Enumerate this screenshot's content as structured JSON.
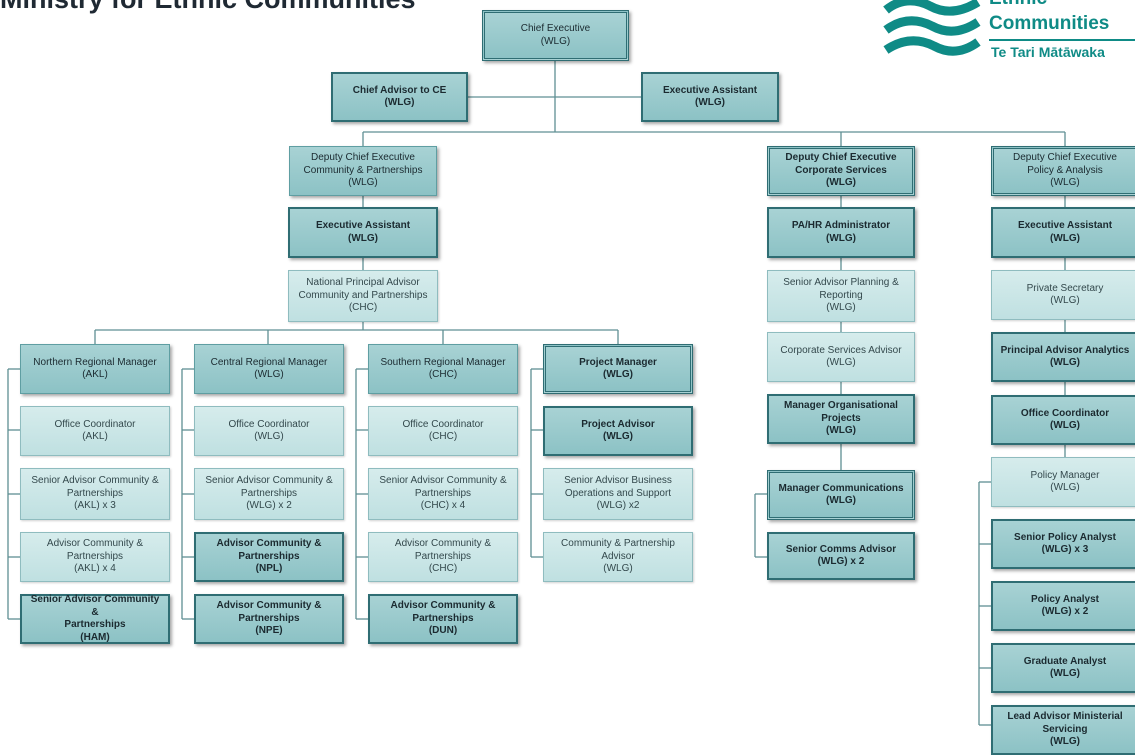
{
  "title": "Ministry for Ethnic Communities",
  "logo": {
    "line1": "Ethnic",
    "line2": "Communities",
    "line3": "Te Tari Mātāwaka",
    "color": "#0f8b86"
  },
  "colors": {
    "box_fill": "#9ccbcd",
    "box_fill_light": "#cfe8e8",
    "box_border": "#2f6d73",
    "connector": "#5f8f93"
  },
  "roles": {
    "chief_executive": [
      "Chief Executive",
      "(WLG)"
    ],
    "chief_advisor": [
      "Chief Advisor to CE",
      "(WLG)"
    ],
    "exec_assistant_ce": [
      "Executive Assistant",
      "(WLG)"
    ],
    "dce_community": [
      "Deputy Chief Executive",
      "Community & Partnerships",
      "(WLG)"
    ],
    "exec_assistant_community": [
      "Executive Assistant",
      "(WLG)"
    ],
    "national_principal_advisor": [
      "National Principal Advisor",
      "Community and Partnerships",
      "(CHC)"
    ],
    "northern_regional_manager": [
      "Northern Regional Manager",
      "(AKL)"
    ],
    "northern_office_coordinator": [
      "Office Coordinator",
      "(AKL)"
    ],
    "northern_senior_advisor": [
      "Senior Advisor Community &",
      "Partnerships",
      "(AKL) x 3"
    ],
    "northern_advisor": [
      "Advisor Community &",
      "Partnerships",
      "(AKL) x 4"
    ],
    "northern_senior_advisor_ham": [
      "Senior Advisor Community &",
      "Partnerships",
      "(HAM)"
    ],
    "central_regional_manager": [
      "Central Regional Manager",
      "(WLG)"
    ],
    "central_office_coordinator": [
      "Office Coordinator",
      "(WLG)"
    ],
    "central_senior_advisor": [
      "Senior Advisor Community &",
      "Partnerships",
      "(WLG) x 2"
    ],
    "central_advisor_npl": [
      "Advisor Community &",
      "Partnerships",
      "(NPL)"
    ],
    "central_advisor_npe": [
      "Advisor Community &",
      "Partnerships",
      "(NPE)"
    ],
    "southern_regional_manager": [
      "Southern Regional Manager",
      "(CHC)"
    ],
    "southern_office_coordinator": [
      "Office Coordinator",
      "(CHC)"
    ],
    "southern_senior_advisor": [
      "Senior Advisor Community &",
      "Partnerships",
      "(CHC) x 4"
    ],
    "southern_advisor_chc": [
      "Advisor Community &",
      "Partnerships",
      "(CHC)"
    ],
    "southern_advisor_dun": [
      "Advisor Community &",
      "Partnerships",
      "(DUN)"
    ],
    "project_manager": [
      "Project Manager",
      "(WLG)"
    ],
    "project_advisor": [
      "Project Advisor",
      "(WLG)"
    ],
    "senior_advisor_business": [
      "Senior Advisor Business",
      "Operations and Support",
      "(WLG) x2"
    ],
    "community_partnership_advisor": [
      "Community & Partnership",
      "Advisor",
      "(WLG)"
    ],
    "dce_corporate": [
      "Deputy Chief Executive",
      "Corporate Services",
      "(WLG)"
    ],
    "pa_hr_admin": [
      "PA/HR Administrator",
      "(WLG)"
    ],
    "senior_advisor_planning": [
      "Senior Advisor Planning &",
      "Reporting",
      "(WLG)"
    ],
    "corporate_services_advisor": [
      "Corporate Services Advisor",
      "(WLG)"
    ],
    "manager_org_projects": [
      "Manager Organisational",
      "Projects",
      "(WLG)"
    ],
    "manager_communications": [
      "Manager Communications",
      "(WLG)"
    ],
    "senior_comms_advisor": [
      "Senior Comms Advisor",
      "(WLG) x 2"
    ],
    "dce_policy": [
      "Deputy Chief Executive",
      "Policy & Analysis",
      "(WLG)"
    ],
    "exec_assistant_policy": [
      "Executive Assistant",
      "(WLG)"
    ],
    "private_secretary": [
      "Private Secretary",
      "(WLG)"
    ],
    "principal_advisor_analytics": [
      "Principal Advisor Analytics",
      "(WLG)"
    ],
    "policy_office_coordinator": [
      "Office Coordinator",
      "(WLG)"
    ],
    "policy_manager": [
      "Policy Manager",
      "(WLG)"
    ],
    "senior_policy_analyst": [
      "Senior Policy Analyst",
      "(WLG) x 3"
    ],
    "policy_analyst": [
      "Policy Analyst",
      "(WLG) x 2"
    ],
    "graduate_analyst": [
      "Graduate Analyst",
      "(WLG)"
    ],
    "lead_advisor_ministerial": [
      "Lead Advisor Ministerial",
      "Servicing",
      "(WLG)"
    ]
  }
}
